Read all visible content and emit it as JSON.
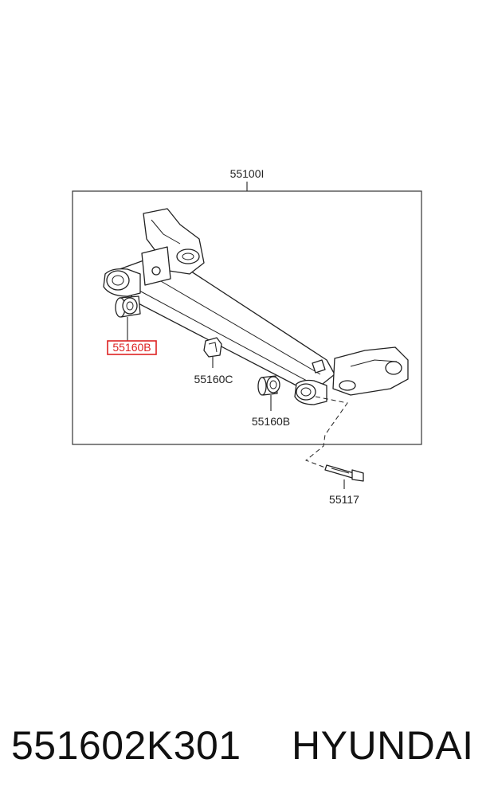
{
  "diagram": {
    "labels": {
      "assembly": "55100I",
      "bushing_left": "55160B",
      "stopper": "55160C",
      "bushing_right": "55160B",
      "bolt": "55117"
    },
    "highlight_color": "#dd2222"
  },
  "footer": {
    "part_number": "551602K301",
    "brand": "HYUNDAI"
  }
}
